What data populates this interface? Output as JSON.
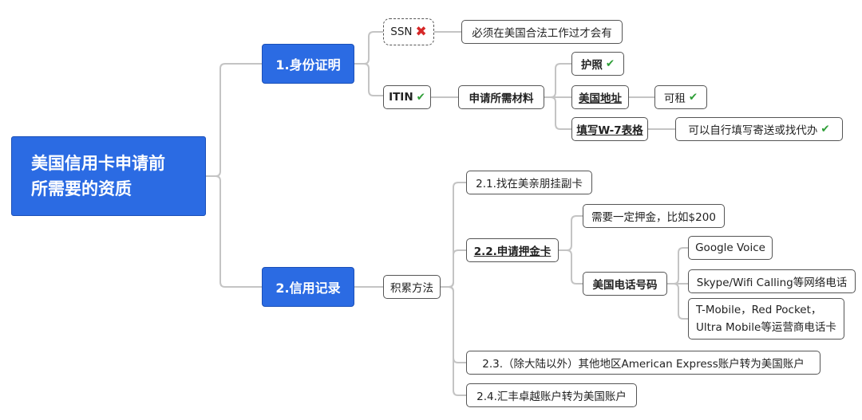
{
  "root": {
    "line1": "美国信用卡申请前",
    "line2": "所需要的资质"
  },
  "identity": {
    "title": "1.身份证明",
    "ssn": {
      "label": "SSN",
      "mark": "✖",
      "note": "必须在美国合法工作过才会有"
    },
    "itin": {
      "label": "ITIN",
      "mark": "✔",
      "materials": "申请所需材料",
      "passport": {
        "label": "护照",
        "mark": "✔"
      },
      "address": {
        "label": "美国地址",
        "note": "可租",
        "mark": "✔"
      },
      "w7": {
        "label": "填写W-7表格",
        "note": "可以自行填写寄送或找代办",
        "mark": "✔"
      }
    }
  },
  "credit": {
    "title": "2.信用记录",
    "method": "积累方法",
    "m1": "2.1.找在美亲朋挂副卡",
    "m2": {
      "label": "2.2.申请押金卡",
      "deposit": "需要一定押金，比如$200",
      "phone": {
        "label": "美国电话号码",
        "opt1": "Google Voice",
        "opt2": "Skype/Wifi Calling等网络电话",
        "opt3_line1": "T-Mobile，Red Pocket，",
        "opt3_line2": "Ultra Mobile等运营商电话卡"
      }
    },
    "m3": "2.3.（除大陆以外）其他地区American Express账户转为美国账户",
    "m4": "2.4.汇丰卓越账户转为美国账户"
  },
  "colors": {
    "main": "#2b6be3",
    "connector": "#c4c4c4",
    "check": "#2e9e37",
    "cross": "#d62828"
  },
  "icons": {
    "check": "check-icon",
    "cross": "cross-icon"
  }
}
